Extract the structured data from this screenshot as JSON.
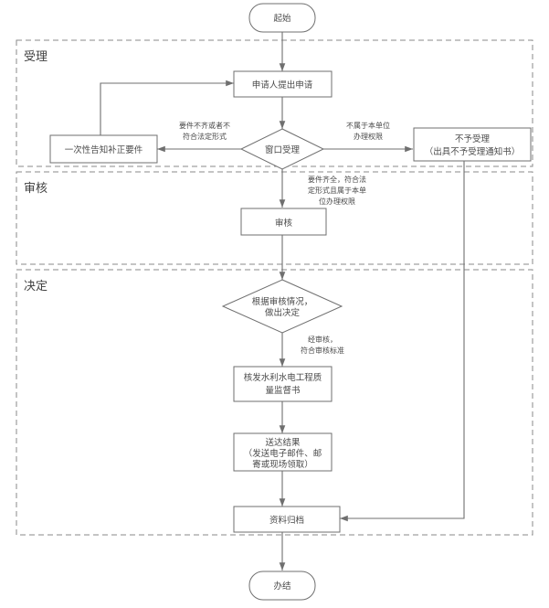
{
  "diagram": {
    "type": "flowchart",
    "orientation": "top-to-bottom",
    "title_visible": false,
    "colors": {
      "node_stroke": "#6f6f6f",
      "node_fill": "#ffffff",
      "swimlane_stroke": "#8a8a8a",
      "text": "#4a4a4a",
      "background": "#ffffff"
    }
  },
  "swimlanes": [
    {
      "id": "lane-shouli",
      "label": "受理"
    },
    {
      "id": "lane-shenhe",
      "label": "审核"
    },
    {
      "id": "lane-jueding",
      "label": "决定"
    }
  ],
  "nodes": {
    "start": {
      "label": "起始",
      "shape": "terminator"
    },
    "apply": {
      "label": "申请人提出申请",
      "shape": "process"
    },
    "window_accept": {
      "label": "窗口受理",
      "shape": "decision"
    },
    "one_time_notice": {
      "label": "一次性告知补正要件",
      "shape": "process"
    },
    "reject": {
      "shape": "process",
      "line1": "不予受理",
      "line2": "（出具不予受理通知书）"
    },
    "review": {
      "label": "审核",
      "shape": "process"
    },
    "decide": {
      "shape": "decision",
      "line1": "根据审核情况，",
      "line2": "做出决定"
    },
    "issue_cert": {
      "shape": "process",
      "line1": "核发水利水电工程质",
      "line2": "量监督书"
    },
    "deliver": {
      "shape": "process",
      "line1": "送达结果",
      "line2": "（发送电子邮件、邮",
      "line3": "寄或现场领取）"
    },
    "archive": {
      "label": "资料归档",
      "shape": "process"
    },
    "end": {
      "label": "办结",
      "shape": "terminator"
    }
  },
  "edge_labels": {
    "incomplete": {
      "line1": "要件不齐或者不",
      "line2": "符合法定形式"
    },
    "out_of_scope": {
      "line1": "不属于本单位",
      "line2": "办理权限"
    },
    "complete": {
      "line1": "要件齐全，符合法",
      "line2": "定形式且属于本单",
      "line3": "位办理权限"
    },
    "passed_review": {
      "line1": "经审核，",
      "line2": "符合审核标准"
    }
  }
}
